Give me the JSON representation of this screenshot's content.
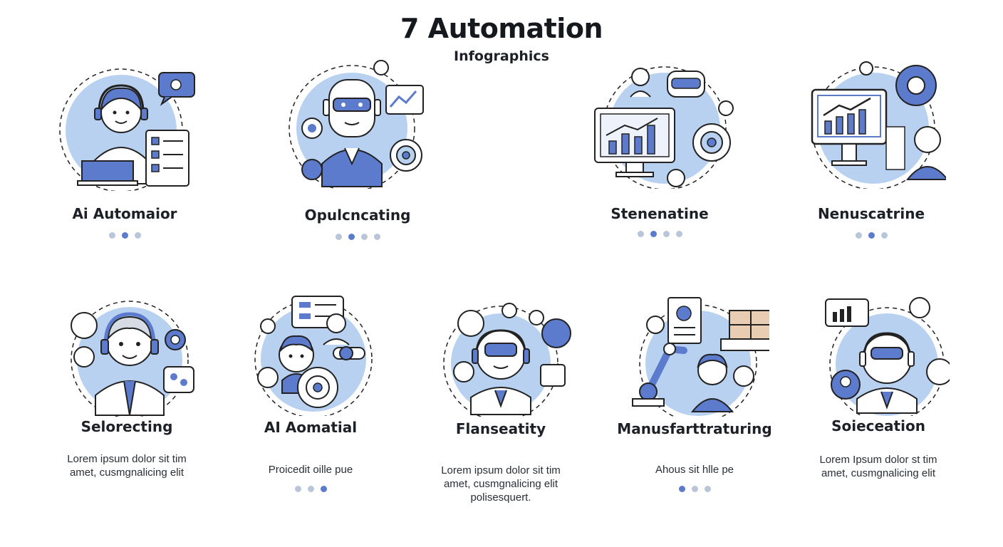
{
  "header": {
    "title": "7 Automation",
    "subtitle": "Infographics"
  },
  "colors": {
    "accent": "#5d7bcd",
    "circle_fill": "#b9d1f0",
    "inactive_dot": "#b9c6d9",
    "ink": "#1b1f24"
  },
  "cards": [
    {
      "title": "Ai Automaior",
      "icon": "headset-operator-laptop-checklist-icon",
      "dots": {
        "count": 3,
        "active": 1
      }
    },
    {
      "title": "Opulcncating",
      "icon": "robot-head-chart-target-icon",
      "dots": {
        "count": 4,
        "active": 1
      }
    },
    {
      "title": "Stenenatine",
      "icon": "monitor-chart-robot-target-icon",
      "dots": {
        "count": 4,
        "active": 1
      }
    },
    {
      "title": "Nenuscatrine",
      "icon": "monitor-growth-gear-person-icon",
      "dots": {
        "count": 3,
        "active": 1
      }
    },
    {
      "title": "Selorecting",
      "icon": "headset-support-chat-gears-icon",
      "desc": [
        "Lorem ipsum dolor sit tim",
        "amet, cusmgnalicing elit"
      ]
    },
    {
      "title": "AI Aomatial",
      "icon": "chat-bot-gear-target-icon",
      "desc": [
        "Proicedit oille pue"
      ],
      "dots": {
        "count": 3,
        "active": 2
      }
    },
    {
      "title": "Flanseatity",
      "icon": "robot-agent-user-profiles-icon",
      "desc": [
        "Lorem ipsum dolor sit tim",
        "amet, cusmgnalicing elit",
        "polisesquert."
      ]
    },
    {
      "title": "Manusfarttraturing",
      "icon": "robot-arm-factory-worker-icon",
      "desc": [
        "Ahous sit hlle pe"
      ],
      "dots": {
        "count": 3,
        "active": 0
      }
    },
    {
      "title": "Soieceation",
      "icon": "masked-robot-analytics-users-icon",
      "desc": [
        "Lorem Ipsum dolor st tim",
        "amet, cusmgnalicing elit"
      ]
    }
  ]
}
